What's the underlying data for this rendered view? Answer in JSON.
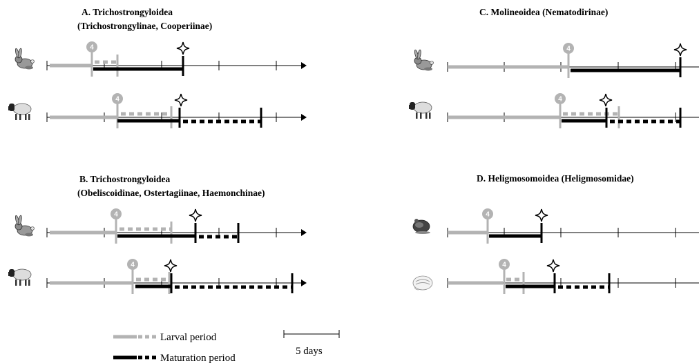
{
  "panels": [
    {
      "id": "A",
      "title_lines": [
        "A. Trichostrongyloidea",
        "(Trichostrongylinae, Cooperiinae)"
      ]
    },
    {
      "id": "B",
      "title_lines": [
        "B. Trichostrongyloidea",
        "(Obeliscoidinae, Ostertagiinae, Haemonchinae)"
      ]
    },
    {
      "id": "C",
      "title_lines": [
        "C. Molineoidea (Nematodirinae)"
      ]
    },
    {
      "id": "D",
      "title_lines": [
        "D. Heligmosomoidea (Heligmosomidae)"
      ]
    }
  ],
  "stage_label": "4",
  "legend": {
    "larval": "Larval period",
    "maturation": "Maturation period",
    "scale": "5 days"
  },
  "host_icons": [
    "rabbit-icon",
    "sheep-icon",
    "rabbit-icon",
    "sheep-icon",
    "rabbit-icon",
    "sheep-icon",
    "rodent-icon",
    "chipmunk-icon"
  ],
  "colors": {
    "larval": "#b3b3b3",
    "maturation": "#000000",
    "axis": "#000000"
  }
}
